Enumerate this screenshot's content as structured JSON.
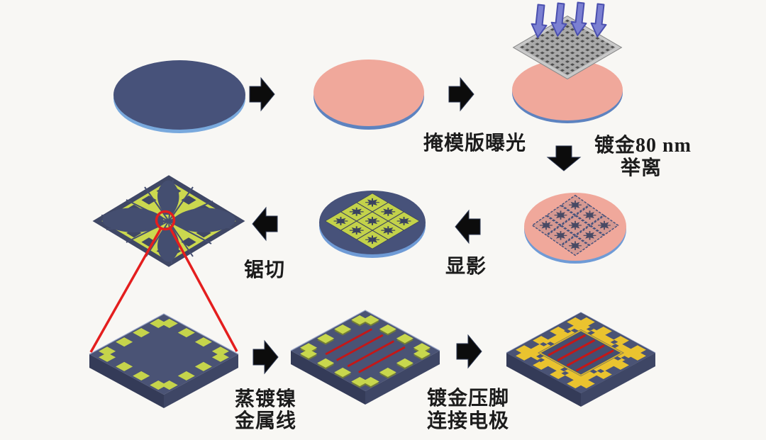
{
  "diagram": {
    "labels": {
      "exposure": "掩模版曝光",
      "gold_deposition": "镀金80 nm",
      "liftoff": "举离",
      "sawing": "锯切",
      "development": "显影",
      "nickel_evaporation_line1": "蒸镀镍",
      "nickel_evaporation_line2": "金属线",
      "gold_pad_line1": "镀金压脚",
      "gold_pad_line2": "连接电极"
    },
    "colors": {
      "background": "#f8f7f4",
      "silicon_wafer_navy": "#47527a",
      "wafer_rim_blue": "#79a9dd",
      "photoresist_pink": "#f0a89b",
      "chip_body_navy": "#4a5375",
      "chip_side_shadow": "#353c59",
      "pad_yellow_green": "#c5d44b",
      "die_pattern_yellow": "#cbd84f",
      "gold_electrode": "#eac32f",
      "nickel_wire_red": "#c51717",
      "highlight_red": "#e41e1e",
      "uv_arrow_violet": "#7b80d2",
      "flow_arrow_black": "#0c0c0c",
      "photomask_gray": "#a9a9a9",
      "text_color": "#1c1c1c"
    },
    "icons": {
      "flow_arrow_right": "solid black block arrow pointing right",
      "flow_arrow_left": "solid black block arrow pointing left",
      "flow_arrow_down": "solid black block arrow pointing down",
      "uv_exposure_arrow": "violet arrow pointing down onto photomask",
      "zoom_highlight": "red circle with leader lines magnifying die center"
    }
  }
}
